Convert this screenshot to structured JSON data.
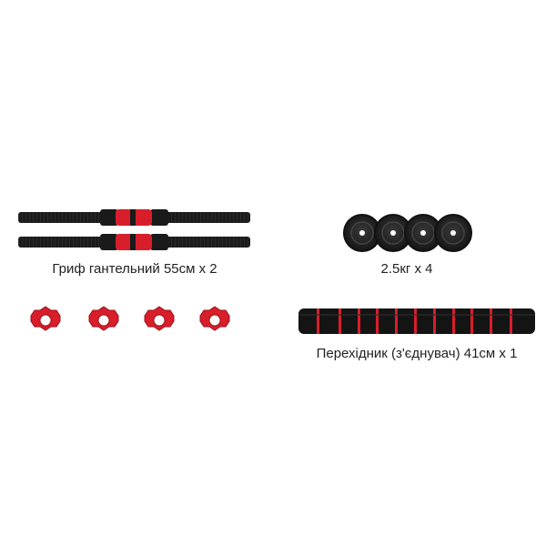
{
  "items": {
    "dumbbell_bar": {
      "caption": "Гриф гантельний 55см х 2",
      "icon": "dumbbell-bar"
    },
    "weight_plate": {
      "caption": "2.5кг х 4",
      "icon": "weight-plate"
    },
    "connector": {
      "caption": "Перехідник (з'єднувач) 41см х 1",
      "icon": "connector-tube"
    },
    "collar_nut": {
      "icon": "collar-nut"
    }
  },
  "colors": {
    "accent_red": "#d81e2a",
    "dark": "#1a1a1a",
    "plate": "#2a2a2a"
  }
}
